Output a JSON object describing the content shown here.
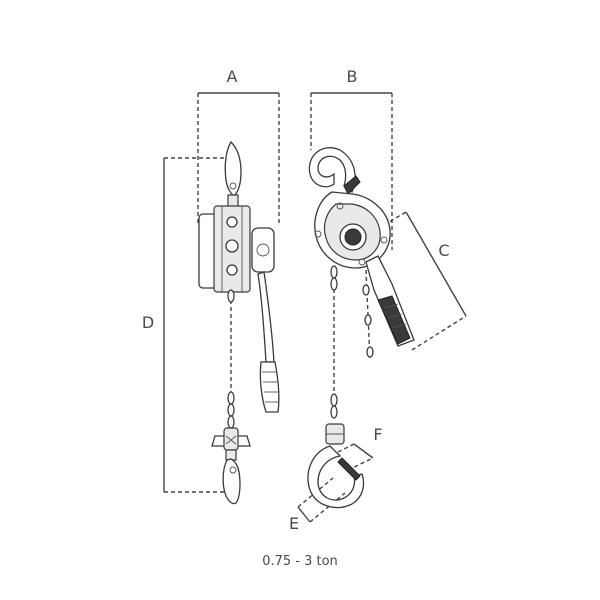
{
  "labels": {
    "a": "A",
    "b": "B",
    "c": "C",
    "d": "D",
    "e": "E",
    "f": "F"
  },
  "caption": "0.75 - 3 ton"
}
